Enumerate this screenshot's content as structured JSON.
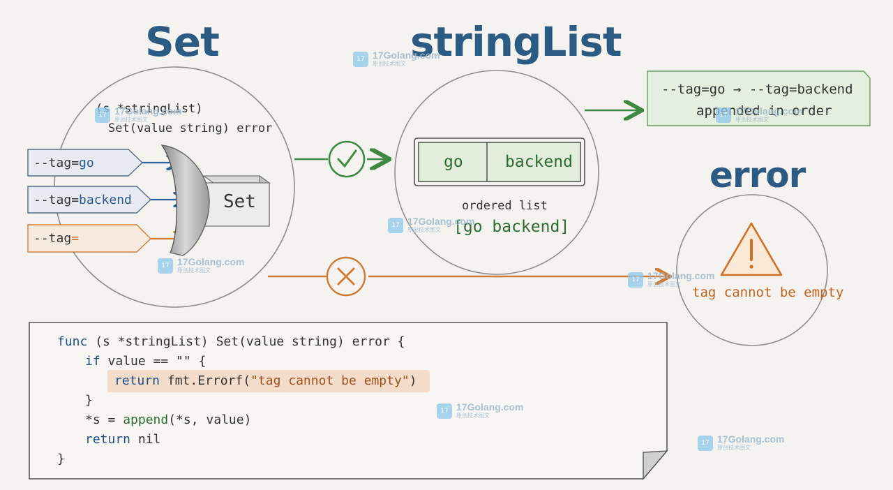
{
  "titles": {
    "set": "Set",
    "string_list": "stringList",
    "error": "error"
  },
  "set_signature": {
    "line1": "(s *stringList)",
    "line2": "Set(value string) error"
  },
  "flags": [
    {
      "key": "--tag",
      "eq": "=",
      "value": "go"
    },
    {
      "key": "--tag",
      "eq": "=",
      "value": "backend"
    },
    {
      "key": "--tag",
      "eq": "=",
      "value": ""
    }
  ],
  "set_box_label": "Set",
  "list": {
    "cells": [
      "go",
      "backend"
    ],
    "caption": "ordered list",
    "value": "[go backend]"
  },
  "result_note": {
    "line1": "--tag=go → --tag=backend",
    "line2": "appended in order"
  },
  "error_message": "tag cannot be empty",
  "code": {
    "l1": {
      "kw": "func",
      "rest": " (s *stringList) Set(value string) error {"
    },
    "l2": {
      "kw": "if",
      "rest": " value == \"\" {"
    },
    "l3": {
      "kw": "return",
      "mid": " fmt.Errorf(",
      "str": "\"tag cannot be empty\"",
      "end": ")"
    },
    "l4": "}",
    "l5": {
      "pre": "*s = ",
      "fn": "append",
      "rest": "(*s, value)"
    },
    "l6": {
      "kw": "return",
      "rest": " nil"
    },
    "l7": "}"
  },
  "watermark": {
    "text": "17Golang.com",
    "sub": "原创技术图文"
  },
  "colors": {
    "blue_title": "#2b5a82",
    "green": "#3f8a43",
    "orange": "#d07a32",
    "pencil": "#8a8a8a"
  }
}
